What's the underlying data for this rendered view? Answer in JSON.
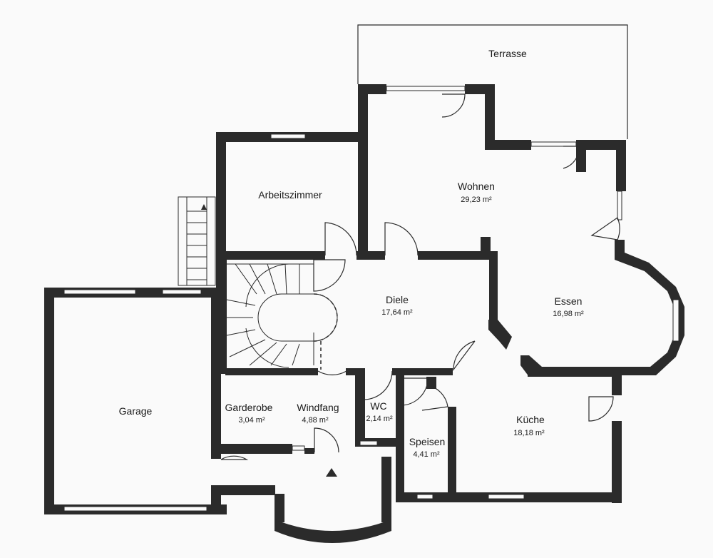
{
  "rooms": {
    "terrasse": {
      "name": "Terrasse",
      "area": ""
    },
    "arbeitszimmer": {
      "name": "Arbeitszimmer",
      "area": ""
    },
    "wohnen": {
      "name": "Wohnen",
      "area": "29,23 m²"
    },
    "diele": {
      "name": "Diele",
      "area": "17,64 m²"
    },
    "essen": {
      "name": "Essen",
      "area": "16,98 m²"
    },
    "garage": {
      "name": "Garage",
      "area": ""
    },
    "garderobe": {
      "name": "Garderobe",
      "area": "3,04 m²"
    },
    "windfang": {
      "name": "Windfang",
      "area": "4,88 m²"
    },
    "wc": {
      "name": "WC",
      "area": "2,14 m²"
    },
    "speisen": {
      "name": "Speisen",
      "area": "4,41 m²"
    },
    "kueche": {
      "name": "Küche",
      "area": "18,18 m²"
    }
  },
  "colors": {
    "wall": "#2b2b2b",
    "paper": "#fafafa"
  }
}
